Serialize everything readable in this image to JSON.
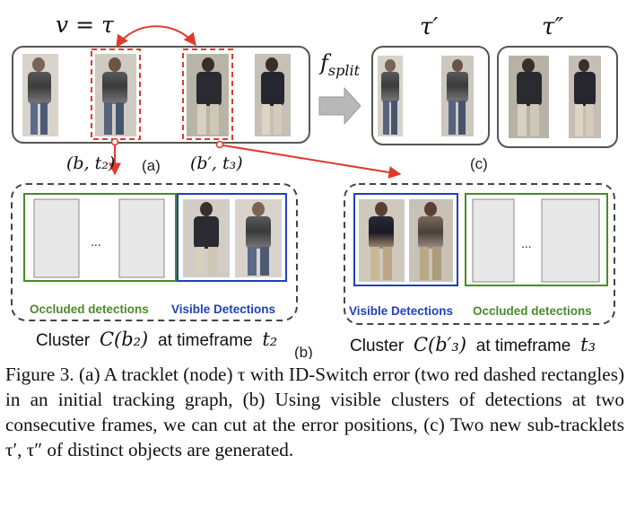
{
  "panel_a": {
    "node_label": "v = τ",
    "split_function": "f_split",
    "left_time_label": "(b, t₂)",
    "right_time_label": "(b′, t₃)",
    "marker": "(a)"
  },
  "panel_b": {
    "marker": "(b)",
    "left_cluster": {
      "occluded_label": "Occluded detections",
      "visible_label": "Visible Detections",
      "ellipsis": "...",
      "caption_prefix": "Cluster",
      "caption_math": "C(b₂)",
      "caption_mid": "at timeframe",
      "caption_time": "t₂"
    },
    "right_cluster": {
      "visible_label": "Visible Detections",
      "occluded_label": "Occluded detections",
      "ellipsis": "...",
      "caption_prefix": "Cluster",
      "caption_math": "C(b′₃)",
      "caption_mid": "at timeframe",
      "caption_time": "t₃"
    }
  },
  "panel_c": {
    "tau_prime": "τ′",
    "tau_double_prime": "τ″",
    "marker": "(c)"
  },
  "caption": {
    "text": "Figure 3.  (a) A tracklet (node) τ with ID-Switch error (two red dashed rectangles) in an initial tracking graph, (b) Using visible clusters of detections at two consecutive frames, we can cut at the error positions, (c) Two new sub-tracklets τ′, τ″ of distinct objects are generated."
  },
  "colors": {
    "red": "#e03a2e",
    "green": "#4a8a2a",
    "blue": "#1f3fbf",
    "dash": "#444444",
    "arrow_gray": "#b8b8b8"
  }
}
